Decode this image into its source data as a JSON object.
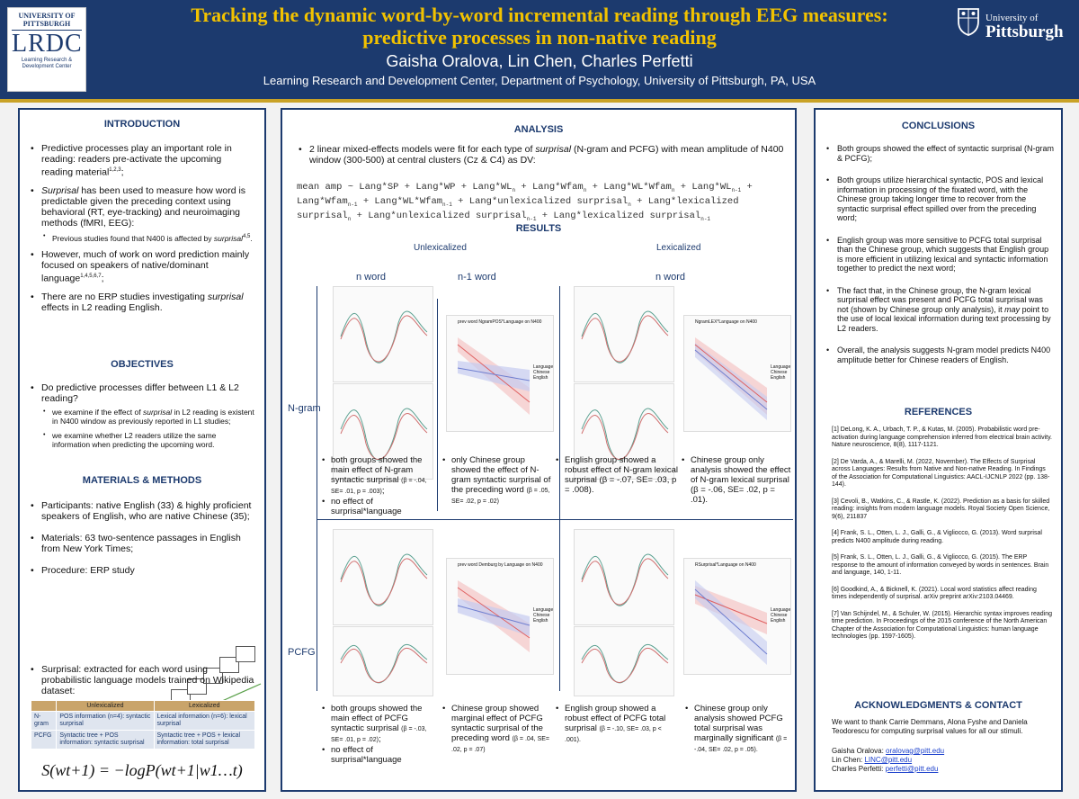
{
  "header": {
    "left_logo": {
      "univ": "UNIVERSITY OF PITTSBURGH",
      "name": "LRDC",
      "sub": "Learning Research & Development Center"
    },
    "title_line1": "Tracking the dynamic word-by-word incremental reading through EEG measures:",
    "title_line2": "predictive processes in non-native reading",
    "authors": "Gaisha Oralova, Lin Chen, Charles Perfetti",
    "affiliation": "Learning Research and Development Center, Department of Psychology, University of Pittsburgh, PA, USA",
    "right_logo": {
      "univ": "University of",
      "name": "Pittsburgh"
    }
  },
  "intro": {
    "title": "INTRODUCTION",
    "b1": "Predictive processes play an important role in reading: readers pre-activate the upcoming reading material",
    "b1_sup": "1,2,3",
    "b1_end": ";",
    "b2_em": "Surprisal",
    "b2": " has been used to measure how word is predictable given the preceding context using behavioral (RT, eye-tracking) and neuroimaging methods (fMRI, EEG):",
    "b2_sub": "Previous studies found that N400 is affected by",
    "b2_sub_em": "surprisal",
    "b2_sub_sup": "4,5",
    "b3": "However, much of work on word prediction mainly focused on speakers of native/dominant language",
    "b3_sup": "1,4,5,6,7",
    "b3_end": ";",
    "b4": "There are no ERP studies investigating",
    "b4_em": "surprisal",
    "b4_end": " effects in L2 reading English."
  },
  "objectives": {
    "title": "OBJECTIVES",
    "b1": "Do predictive processes differ between L1 & L2 reading?",
    "s1a": "we examine if the effect of",
    "s1_em": "surprisal",
    "s1b": " in L2 reading is existent in N400 window as previously reported in L1 studies;",
    "s2": "we examine whether L2 readers utilize the same information when predicting the upcoming word."
  },
  "methods": {
    "title": "MATERIALS & METHODS",
    "b1": "Participants: native English (33) & highly proficient speakers of English, who are native Chinese (35);",
    "b2": "Materials: 63 two-sentence passages in English from New York Times;",
    "b3": "Procedure: ERP study",
    "b4": "Surprisal: extracted for each word using probabilistic language models trained on Wikipedia dataset:",
    "table": {
      "headers": [
        "",
        "Unlexicalized",
        "Lexicalized"
      ],
      "rows": [
        [
          "N-gram",
          "POS information (n=4): syntactic surprisal",
          "Lexical information (n=6): lexical surprisal"
        ],
        [
          "PCFG",
          "Syntactic tree + POS information: syntactic surprisal",
          "Syntactic tree + POS + lexical information: total surprisal"
        ]
      ]
    },
    "formula": "S(wt+1) = −logP(wt+1|w1…t)"
  },
  "analysis": {
    "title": "ANALYSIS",
    "b1a": "2 linear mixed-effects models were fit for each type of",
    "b1_em": "surprisal",
    "b1b": " (N-gram and PCFG) with mean amplitude of N400 window (300-500) at central clusters (Cz & C4) as DV:",
    "model_line1": "mean amp ~ Lang*SP + Lang*WP + Lang*WL",
    "model_line1_sub": "n",
    "model_line1b": " + Lang*Wfam",
    "model_line1c": " + Lang*WL*Wfam",
    "model_line1d": " + Lang*WL",
    "model_line1e": " +",
    "model_line2": "Lang*Wfam",
    "model_line2b": " + Lang*WL*Wfam",
    "model_line2c": " + Lang*unlexicalized surprisal",
    "model_line2d": " + Lang*lexicalized",
    "model_line3": "surprisal",
    "model_line3b": " + Lang*unlexicalized surprisal",
    "model_line3c": " + Lang*lexicalized surprisal",
    "sub_n": "n",
    "sub_n1": "n-1"
  },
  "results": {
    "title": "RESULTS",
    "col_unlex": "Unlexicalized",
    "col_lex": "Lexicalized",
    "n_word": "n word",
    "n1_word": "n-1 word",
    "n_word2": "n word",
    "row_ngram": "N-gram",
    "row_pcfg": "PCFG",
    "ngram_unlex_n": {
      "b1": "both groups showed the main effect of N-gram syntactic surprisal",
      "b1_stats": "(β = -.04, SE= .01, p = .003)",
      "b1_end": ";",
      "b2": "no effect of surprisal*language"
    },
    "ngram_unlex_n1": {
      "b1": "only Chinese group showed the effect of N-gram syntactic surprisal of the preceding word",
      "b1_stats": "(β = .05, SE= .02, p = .02)"
    },
    "ngram_lex_n_a": "English group showed a robust effect of N-gram lexical surprisal (β = -.07, SE= .03, p = .008).",
    "ngram_lex_n_b": "Chinese group only analysis showed the effect of N-gram lexical surprisal (β = -.06, SE= .02, p = .01).",
    "pcfg_unlex_n": {
      "b1": "both groups showed the main effect of PCFG syntactic surprisal",
      "b1_stats": "(β = -.03, SE= .01, p = .02)",
      "b1_end": ";",
      "b2": "no effect of surprisal*language"
    },
    "pcfg_unlex_n1": {
      "b1": "Chinese group showed marginal effect of PCFG syntactic surprisal of the preceding word",
      "b1_stats": "(β = .04, SE= .02, p = .07)"
    },
    "pcfg_lex_n_a": "English group showed a robust effect of PCFG total surprisal",
    "pcfg_lex_n_a_stats": "(β = -.10, SE= .03, p < .001).",
    "pcfg_lex_n_b": "Chinese group only analysis showed PCFG total surprisal was marginally significant",
    "pcfg_lex_n_b_stats": "(β = -.04, SE= .02, p = .05).",
    "plot_titles": {
      "ngram_n1": "prev word NgramPOS*Language  on N400",
      "ngram_lex": "NgramLEX*Language  on N400",
      "pcfg_n1": "prev word Demburg by Language  on N400",
      "pcfg_lex": "RSurprisal*Language  on N400",
      "legend": "Language",
      "legend_a": "Chinese",
      "legend_b": "English"
    }
  },
  "conclusions": {
    "title": "CONCLUSIONS",
    "c1": "Both groups showed the effect of syntactic surprisal (N-gram & PCFG);",
    "c2": "Both groups utilize hierarchical syntactic, POS and lexical information in processing of the fixated word, with the Chinese group taking longer time to recover from the syntactic surprisal effect spilled over from the preceding word;",
    "c3": "English group was more sensitive to PCFG total surprisal than the Chinese group, which suggests that English group is more efficient in utilizing lexical and syntactic information together to predict the next word;",
    "c4a": "The fact that, in the Chinese group, the N-gram lexical surprisal effect was present and PCFG total surprisal was not (shown by Chinese group only analysis), it",
    "c4_em": "may",
    "c4b": " point to the use of local lexical information during text processing by L2 readers.",
    "c5": "Overall, the analysis suggests N-gram model predicts N400 amplitude better for Chinese readers of English."
  },
  "references": {
    "title": "REFERENCES",
    "r1": "[1] DeLong, K. A., Urbach, T. P., & Kutas, M. (2005). Probabilistic word pre-activation during language comprehension inferred from electrical brain activity. Nature neuroscience, 8(8), 1117-1121.",
    "r2": "[2] De Varda, A., & Marelli, M. (2022, November). The Effects of Surprisal across Languages: Results from Native and Non-native Reading. In Findings of the Association for Computational Linguistics: AACL-IJCNLP 2022 (pp. 138-144).",
    "r3": "[3] Cevoli, B., Watkins, C., & Rastle, K. (2022). Prediction as a basis for skilled reading: insights from modern language models. Royal Society Open Science, 9(6), 211837",
    "r4": "[4] Frank, S. L., Otten, L. J., Galli, G., & Vigliocco, G. (2013). Word surprisal predicts N400 amplitude during reading.",
    "r5": "[5] Frank, S. L., Otten, L. J., Galli, G., & Vigliocco, G. (2015). The ERP response to the amount of information conveyed by words in sentences. Brain and language, 140, 1-11.",
    "r6": "[6] Goodkind, A., & Bicknell, K. (2021). Local word statistics affect reading times independently of surprisal. arXiv preprint arXiv:2103.04469.",
    "r7": "[7] Van Schijndel, M., & Schuler, W. (2015). Hierarchic syntax improves reading time prediction. In Proceedings of the 2015 conference of the North American Chapter of the Association for Computational Linguistics: human language technologies (pp. 1597-1605)."
  },
  "ack": {
    "title": "ACKNOWLEDGMENTS & CONTACT",
    "text": "We want to thank Carrie Demmans, Alona Fyshe and Daniela Teodorescu for computing surprisal values for all our stimuli.",
    "c1_name": "Gaisha Oralova:",
    "c1_email": "oralovag@pitt.edu",
    "c2_name": "Lin Chen:",
    "c2_email": "LINC@pitt.edu",
    "c3_name": "Charles Perfetti:",
    "c3_email": "perfetti@pitt.edu"
  },
  "colors": {
    "navy": "#1c3a6e",
    "gold": "#f2c200",
    "red_line": "#e06060",
    "blue_line": "#6f7fd0"
  }
}
